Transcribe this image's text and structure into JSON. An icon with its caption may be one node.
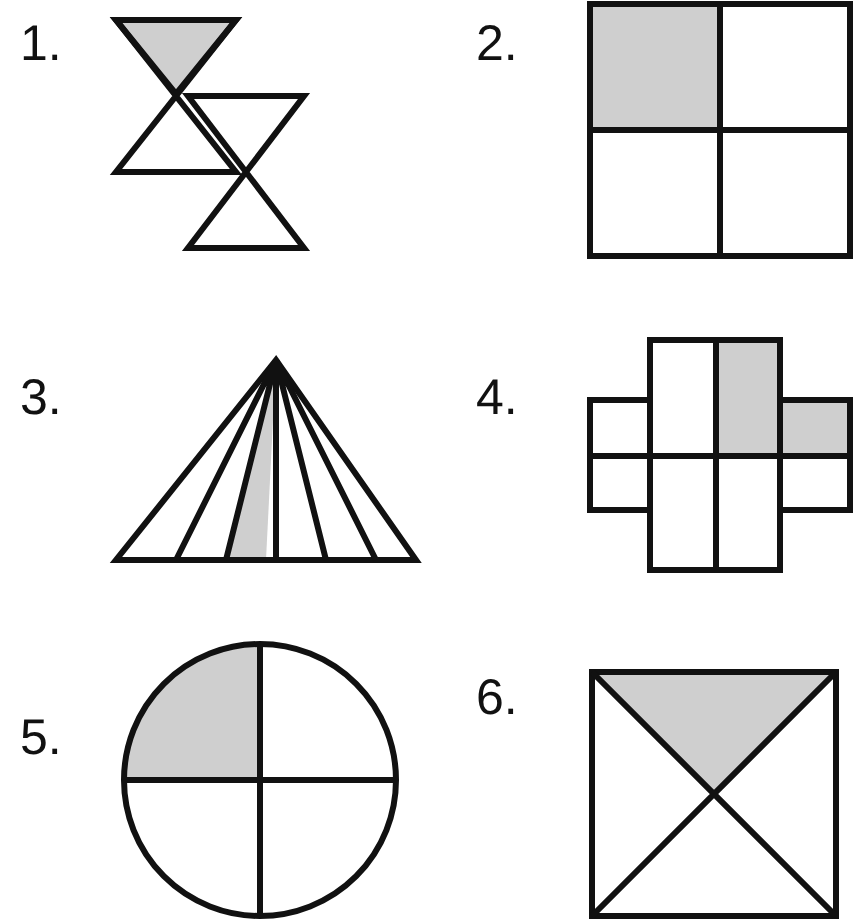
{
  "diagram": {
    "labels": [
      "1.",
      "2.",
      "3.",
      "4.",
      "5.",
      "6."
    ]
  }
}
